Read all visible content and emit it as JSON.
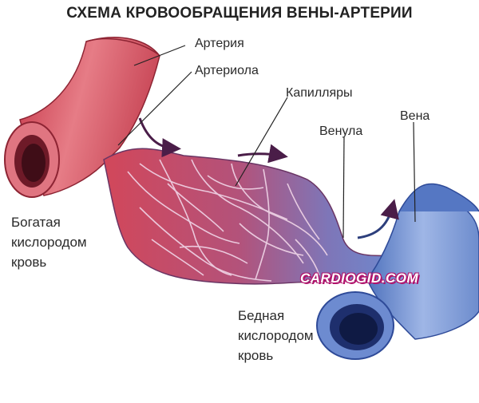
{
  "title": "СХЕМА КРОВООБРАЩЕНИЯ ВЕНЫ-АРТЕРИИ",
  "labels": {
    "artery": "Артерия",
    "arteriole": "Артериола",
    "capillaries": "Капилляры",
    "venule": "Венула",
    "vein": "Вена"
  },
  "oxygen_rich": [
    "Богатая",
    "кислородом",
    "кровь"
  ],
  "oxygen_poor": [
    "Бедная",
    "кислородом",
    "кровь"
  ],
  "watermark": "CARDIOGID.COM",
  "colors": {
    "artery": "#d8505e",
    "artery_dark": "#a52a3a",
    "vein": "#5b7fc7",
    "vein_dark": "#2e4a98",
    "arrow": "#4a1d48",
    "watermark_outline": "#b0126b"
  }
}
